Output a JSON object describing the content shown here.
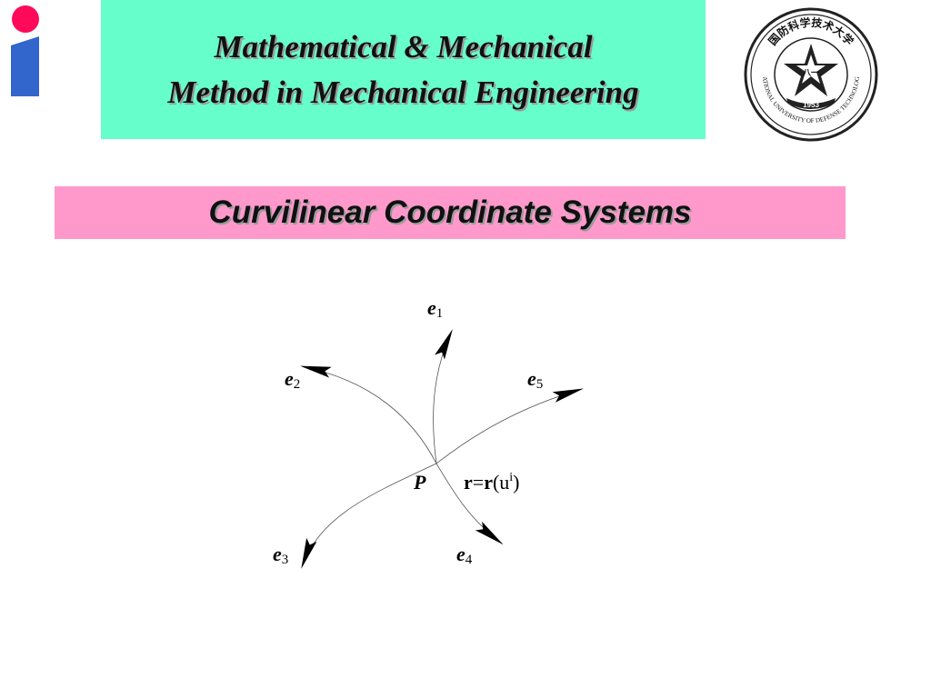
{
  "header": {
    "title_line1": "Mathematical & Mechanical",
    "title_line2": "Method in Mechanical Engineering",
    "bg_color": "#66ffcc"
  },
  "seal": {
    "top_text": "国防科学技术大学",
    "ring_text": "NATIONAL UNIVERSITY OF DEFENSE TECHNOLOGY",
    "year": "1953",
    "center_mark": "八一"
  },
  "subtitle": {
    "text": "Curvilinear Coordinate Systems",
    "bg_color": "#ff99cc"
  },
  "diagram": {
    "labels": {
      "e1": {
        "vec": "e",
        "sub": "1"
      },
      "e2": {
        "vec": "e",
        "sub": "2"
      },
      "e3": {
        "vec": "e",
        "sub": "3"
      },
      "e4": {
        "vec": "e",
        "sub": "4"
      },
      "e5": {
        "vec": "e",
        "sub": "5"
      },
      "point": "P",
      "equation": {
        "lhs": "r",
        "eq": "=",
        "rhs": "r",
        "open": "(u",
        "sup": "i",
        "close": ")"
      }
    }
  }
}
